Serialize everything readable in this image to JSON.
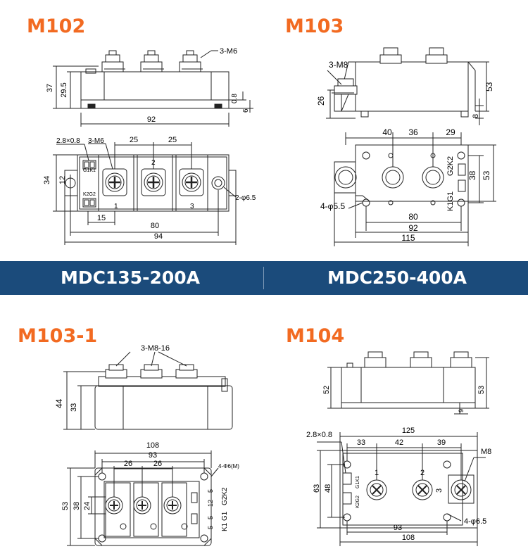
{
  "colors": {
    "title": "#F26A21",
    "banner": "#1B4B7B",
    "line": "#222222"
  },
  "sections": [
    {
      "title": "M102",
      "labels": [
        "37",
        "29.5",
        "3-M6",
        "0.8",
        "6",
        "92",
        "2.8×0.8",
        "3-M6",
        "25",
        "25",
        "G1K1",
        "K2G2",
        "34",
        "12",
        "2",
        "1",
        "3",
        "2-φ6.5",
        "15",
        "80",
        "94"
      ]
    },
    {
      "title": "M103",
      "labels": [
        "3-M8",
        "53",
        "26",
        "8",
        "40",
        "36",
        "29",
        "38",
        "53",
        "4-φ5.5",
        "80",
        "92",
        "115",
        "G2K2",
        "K1G1"
      ]
    },
    {
      "title": "M103-1",
      "labels": [
        "3-M8-16",
        "44",
        "33",
        "108",
        "93",
        "26",
        "26",
        "4-Φ6(M)",
        "53",
        "38",
        "24",
        "5",
        "12",
        "5",
        "5",
        "G2K2",
        "K1 G1"
      ]
    },
    {
      "title": "M104",
      "labels": [
        "52",
        "53",
        "9",
        "125",
        "2.8×0.8",
        "33",
        "42",
        "39",
        "M8",
        "63",
        "48",
        "1",
        "2",
        "3",
        "G1K1",
        "K2G2",
        "4-φ6.5",
        "93",
        "108"
      ]
    }
  ],
  "banner": {
    "left": "MDC135-200A",
    "right": "MDC250-400A"
  }
}
